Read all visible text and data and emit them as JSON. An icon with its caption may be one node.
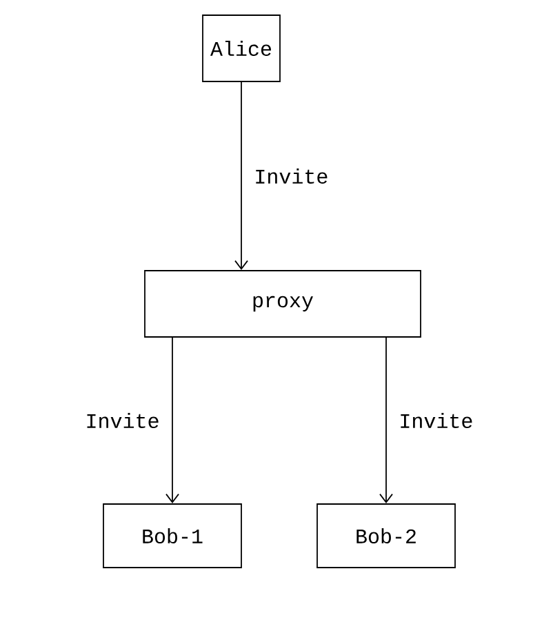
{
  "diagram": {
    "nodes": [
      {
        "text": [
          "Alice"
        ]
      },
      {
        "text": [
          "proxy"
        ]
      },
      {
        "text": [
          "Bob-1"
        ]
      },
      {
        "text": [
          "Bob-2"
        ]
      }
    ],
    "edges": [
      {
        "from": 0,
        "to": 1,
        "arrow": "to",
        "label": "Invite"
      },
      {
        "from": 1,
        "to": 2,
        "arrow": "to",
        "label": "Invite"
      },
      {
        "from": 1,
        "to": 3,
        "arrow": "to",
        "label": "Invite"
      }
    ]
  }
}
